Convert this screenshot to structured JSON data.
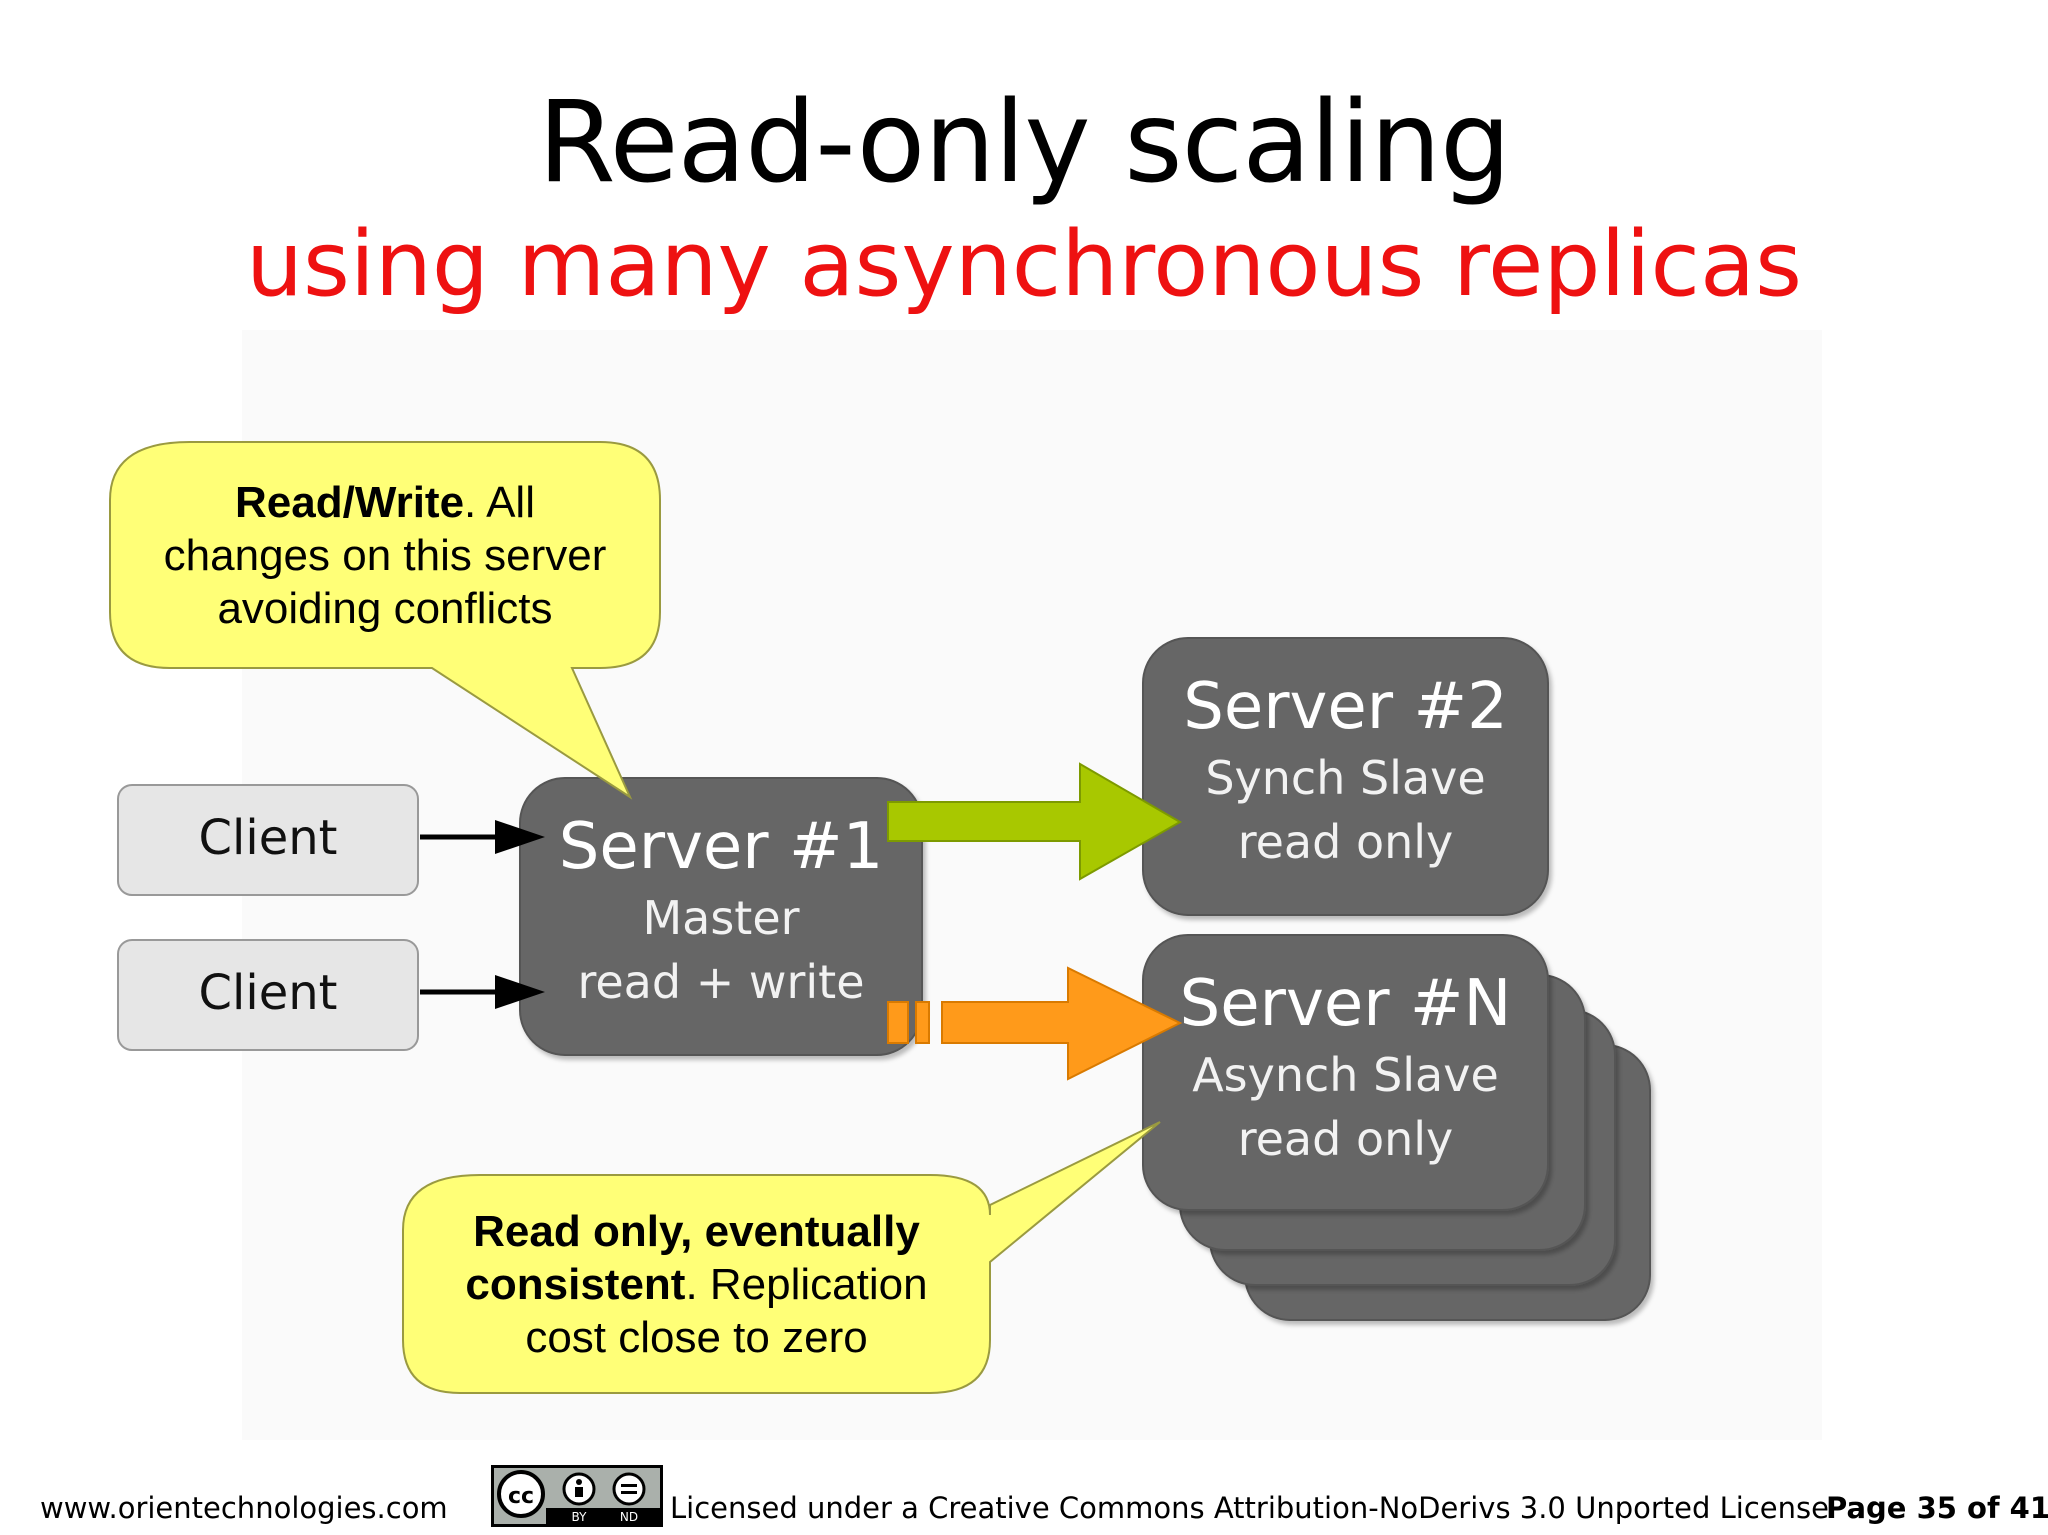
{
  "title": "Read-only scaling",
  "subtitle": "using many asynchronous replicas",
  "clients": [
    {
      "label": "Client"
    },
    {
      "label": "Client"
    }
  ],
  "server1": {
    "title": "Server #1",
    "line1": "Master",
    "line2": "read + write"
  },
  "server2": {
    "title": "Server #2",
    "line1": "Synch Slave",
    "line2": "read only"
  },
  "serverN": {
    "title": "Server #N",
    "line1": "Asynch Slave",
    "line2": "read only"
  },
  "callout_top": {
    "bold": "Read/Write",
    "rest": ". All",
    "line2": "changes on this server",
    "line3": "avoiding conflicts"
  },
  "callout_bottom": {
    "bold1": "Read only, eventually",
    "bold2": "consistent",
    "rest2": ". Replication",
    "line3": "cost close to zero"
  },
  "footer": {
    "website": "www.orientechnologies.com",
    "license": "Licensed under a Creative Commons Attribution-NoDerivs 3.0 Unported License",
    "page": "Page 35 of 41",
    "cc_by": "BY",
    "cc_nd": "ND"
  },
  "colors": {
    "server_box": "#666666",
    "client_box": "#e6e6e6",
    "callout": "#ffff77",
    "sync_arrow": "#a8c800",
    "async_arrow": "#ff9a1a",
    "subtitle": "#ee1111"
  }
}
